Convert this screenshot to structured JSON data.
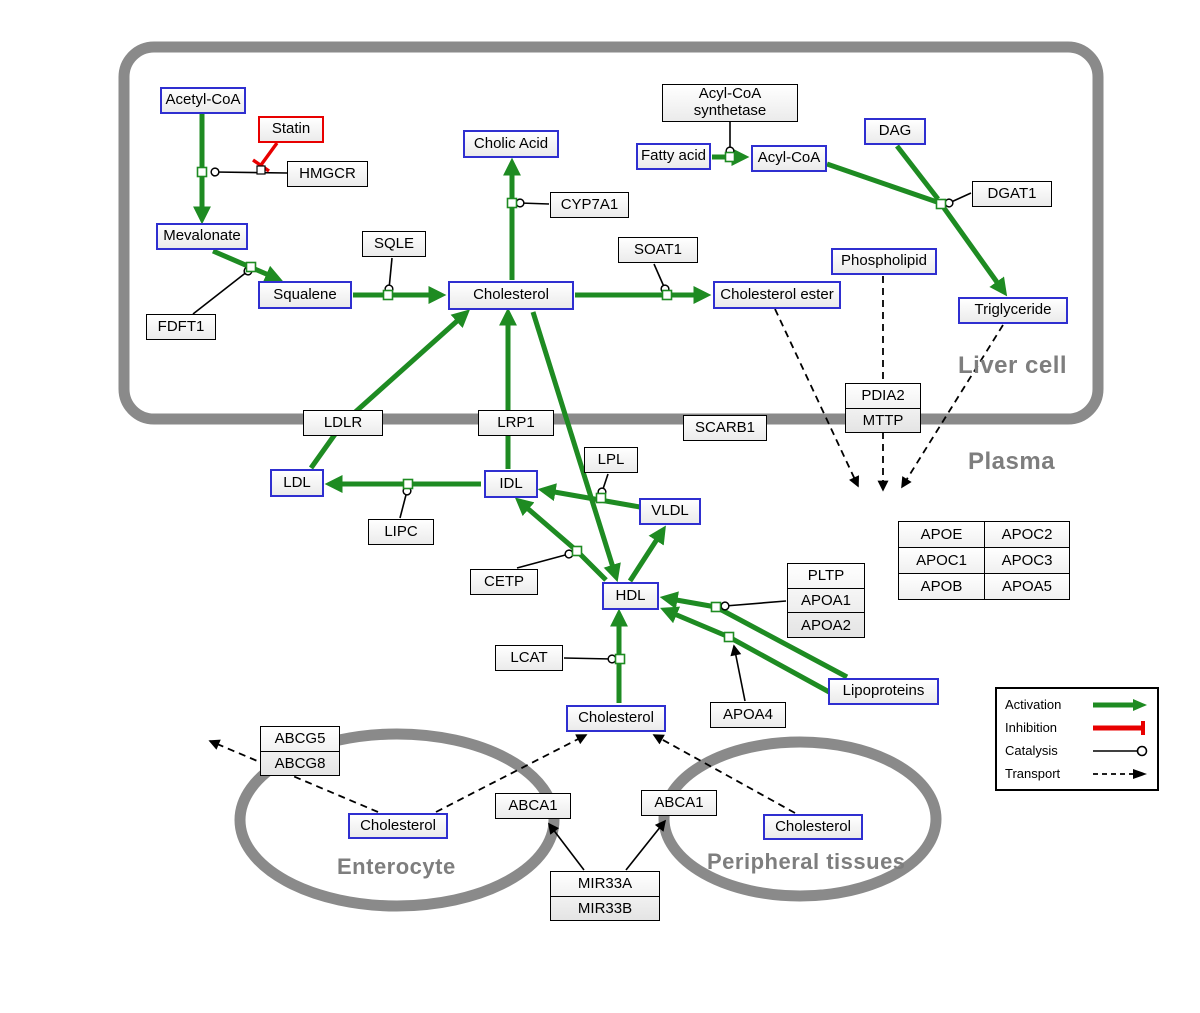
{
  "compartments": {
    "liver": "Liver cell",
    "plasma": "Plasma",
    "enterocyte": "Enterocyte",
    "peripheral": "Peripheral tissues"
  },
  "metabolites": {
    "acetyl_coa": "Acetyl-CoA",
    "mevalonate": "Mevalonate",
    "squalene": "Squalene",
    "cholic_acid": "Cholic Acid",
    "cholesterol_liver": "Cholesterol",
    "cholesterol_ester": "Cholesterol ester",
    "fatty_acid": "Fatty acid",
    "acyl_coa": "Acyl-CoA",
    "dag": "DAG",
    "phospholipid": "Phospholipid",
    "triglyceride": "Triglyceride",
    "ldl": "LDL",
    "idl": "IDL",
    "vldl": "VLDL",
    "hdl": "HDL",
    "cholesterol_plasma": "Cholesterol",
    "cholesterol_enterocyte": "Cholesterol",
    "cholesterol_peripheral": "Cholesterol",
    "lipoproteins": "Lipoproteins"
  },
  "proteins": {
    "statin": "Statin",
    "hmgcr": "HMGCR",
    "fdft1": "FDFT1",
    "sqle": "SQLE",
    "cyp7a1": "CYP7A1",
    "soat1": "SOAT1",
    "acyl_coa_synthetase_line1": "Acyl-CoA",
    "acyl_coa_synthetase_line2": "synthetase",
    "dgat1": "DGAT1",
    "pdia2": "PDIA2",
    "mttp": "MTTP",
    "ldlr": "LDLR",
    "lrp1": "LRP1",
    "scarb1": "SCARB1",
    "lpl": "LPL",
    "lipc": "LIPC",
    "cetp": "CETP",
    "lcat": "LCAT",
    "pltp": "PLTP",
    "apoa1": "APOA1",
    "apoa2": "APOA2",
    "apoa4": "APOA4",
    "abcg5": "ABCG5",
    "abcg8": "ABCG8",
    "abca1_enterocyte": "ABCA1",
    "abca1_peripheral": "ABCA1",
    "mir33a": "MIR33A",
    "mir33b": "MIR33B"
  },
  "apo_table": {
    "rows": [
      [
        "APOE",
        "APOC2"
      ],
      [
        "APOC1",
        "APOC3"
      ],
      [
        "APOB",
        "APOA5"
      ]
    ]
  },
  "legend": {
    "activation": "Activation",
    "inhibition": "Inhibition",
    "catalysis": "Catalysis",
    "transport": "Transport"
  },
  "colors": {
    "activation_green": "#1e8b22",
    "inhibition_red": "#e80000",
    "metabolite_border_blue": "#2f2fd0",
    "compartment_gray": "#8a8a8a"
  }
}
